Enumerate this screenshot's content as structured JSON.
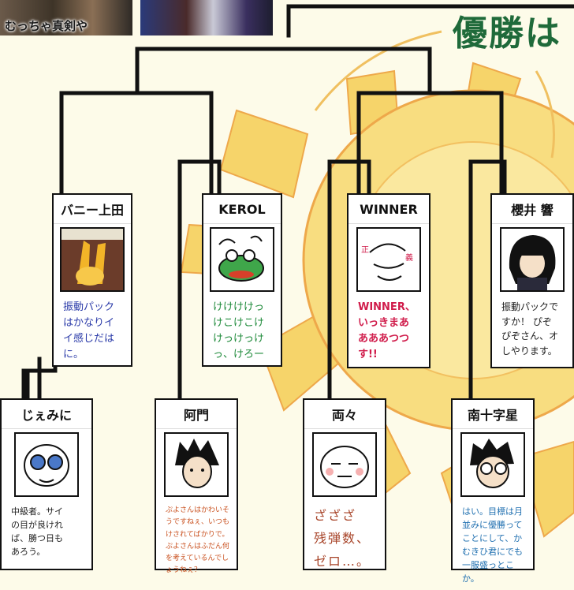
{
  "header": {
    "caption": "むっちゃ真剣や",
    "title": "優勝は"
  },
  "colors": {
    "background": "#fdfbe9",
    "sun": "#f6d46a",
    "sun_outline": "#eea84a",
    "title_green": "#1f6a3a"
  },
  "contestants_top": [
    {
      "name": "バニー上田",
      "comment": "振動パック\nはかなりイ\nイ感じだは\nに。",
      "portrait_icon": "bunny-costume-photo"
    },
    {
      "name": "KEROL",
      "comment": "けけけけっ\nけこけこけ\nけっけっけ\nっ、けろー",
      "portrait_icon": "frog-drawing"
    },
    {
      "name": "WINNER",
      "comment": "WINNER、\nいっきまあ\nあああつつ\nす!!",
      "portrait_icon": "sketch-face"
    },
    {
      "name": "櫻井 響",
      "comment": "振動パックで\nすか！ ぴぞ\nぴぞさん、オ\nしやります。",
      "portrait_icon": "dark-hair-face"
    }
  ],
  "contestants_bottom": [
    {
      "name": "じぇみに",
      "comment": "中級者。サイ\nの目が良けれ\nば、勝つ日も\nあろう。",
      "portrait_icon": "glasses-face"
    },
    {
      "name": "阿門",
      "comment": "ぷよさんはかわいそ\nうですねぇ、いつも\nけされてばかりで。\nぷよさんはふだん何\nを考えているんでし\nょうねぇ？",
      "portrait_icon": "spiky-hair-face"
    },
    {
      "name": "両々",
      "comment": "ざざざ\n残弾数、\nゼロ…。",
      "portrait_icon": "round-face"
    },
    {
      "name": "南十字星",
      "comment": "はい。目標は月\n並みに優勝って\nことにして、か\nむきひ君にでも\n一服盛っとこか。",
      "portrait_icon": "goggles-face"
    }
  ]
}
